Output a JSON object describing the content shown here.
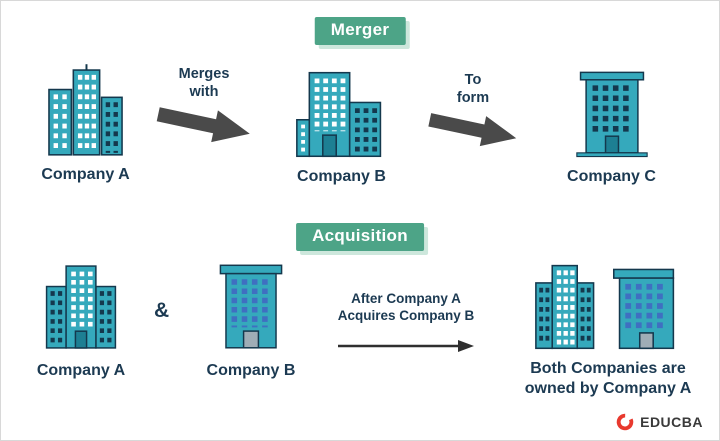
{
  "merger": {
    "badge": "Merger",
    "step1": {
      "line1": "Merges",
      "line2": "with"
    },
    "step2": {
      "line1": "To",
      "line2": "form"
    },
    "company_a": "Company A",
    "company_b": "Company B",
    "company_c": "Company C"
  },
  "acquisition": {
    "badge": "Acquisition",
    "ampersand": "&",
    "company_a": "Company A",
    "company_b": "Company B",
    "arrow_text": {
      "line1": "After Company A",
      "line2": "Acquires Company B"
    },
    "result": {
      "line1": "Both Companies are",
      "line2": "owned by Company A"
    }
  },
  "brand": {
    "name": "EDUCBA"
  },
  "colors": {
    "teal": "#35a9bc",
    "navy": "#1c3a52",
    "badge_green": "#4da487",
    "badge_shadow": "#cde7dc",
    "arrow_gray": "#4a4a4a",
    "window_blue": "#3f6fc1",
    "logo_red": "#e8392e"
  }
}
